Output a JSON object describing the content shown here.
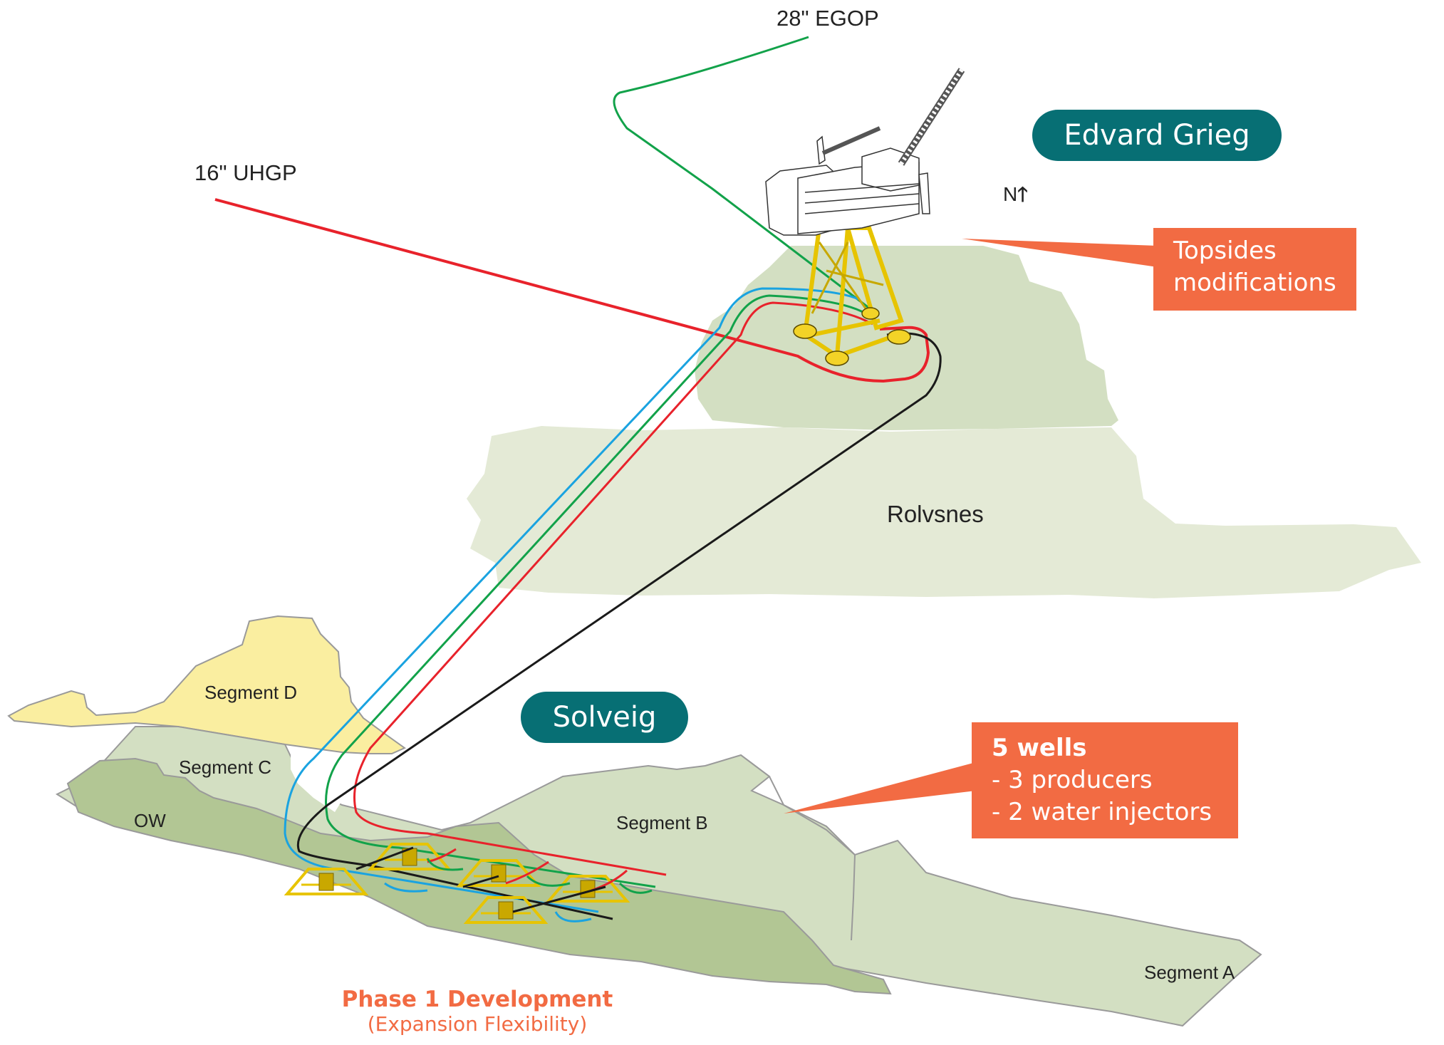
{
  "pipelines": {
    "egop_label": "28\" EGOP",
    "uhgp_label": "16\" UHGP"
  },
  "fields": {
    "edvard_grieg": "Edvard Grieg",
    "solveig": "Solveig",
    "rolvsnes": "Rolvsnes"
  },
  "segments": {
    "a": "Segment A",
    "b": "Segment B",
    "c": "Segment C",
    "d": "Segment D",
    "ow": "OW"
  },
  "compass": {
    "label": "N",
    "icon": "north-arrow-icon"
  },
  "callouts": {
    "topsides": [
      "Topsides",
      "modifications"
    ],
    "wells": {
      "title": "5 wells",
      "lines": [
        "- 3 producers",
        "- 2 water injectors"
      ]
    }
  },
  "phase": {
    "title": "Phase 1 Development",
    "subtitle": "(Expansion Flexibility)"
  },
  "colors": {
    "teal": "#076f74",
    "orange": "#f26b43",
    "segment_light": "#d3dfc2",
    "segment_dark": "#b2c694",
    "segment_d": "#faeea0",
    "rolvsnes": "#e4ead6",
    "pipe_red": "#e8222b",
    "pipe_green": "#12a24a",
    "pipe_blue": "#1aa3e0",
    "pipe_black": "#1a1a1a",
    "jacket_yellow": "#f3d327"
  }
}
